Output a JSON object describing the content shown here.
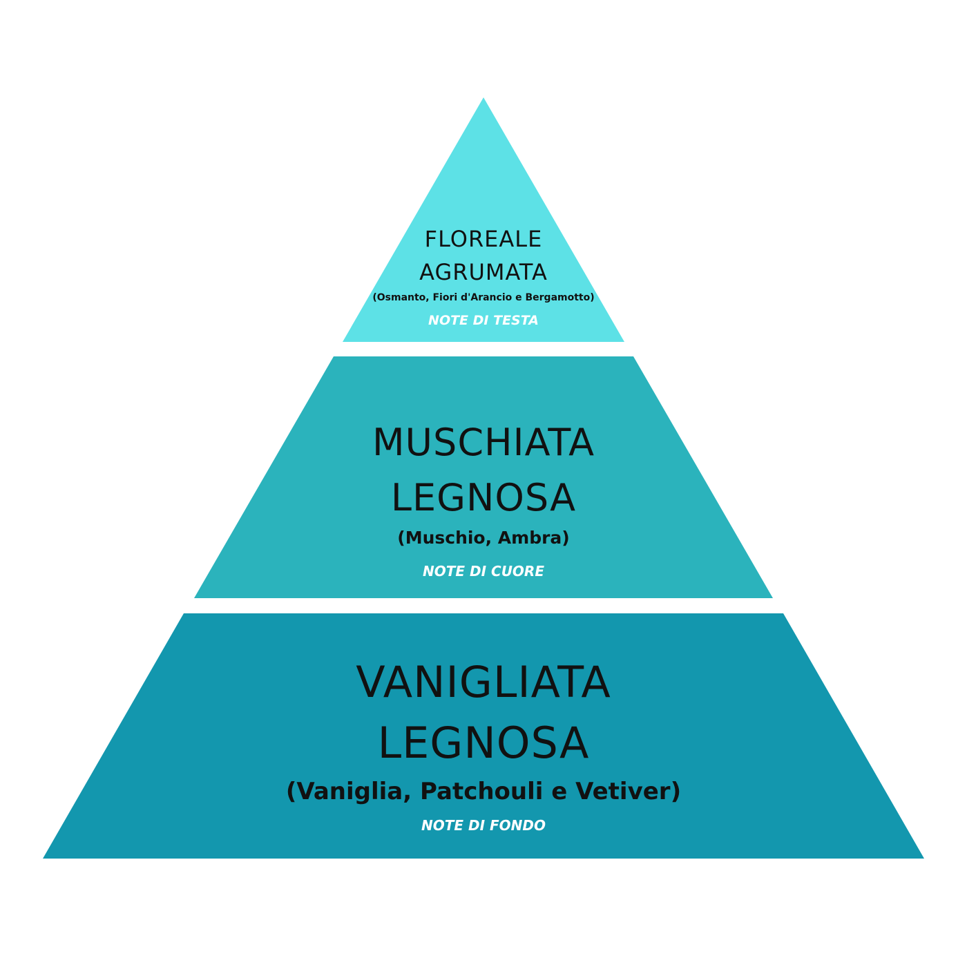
{
  "colors": {
    "background": "#ffffff",
    "tier_top": "#5de1e6",
    "tier_middle": "#2bb3bc",
    "tier_bottom": "#1397ae",
    "text_dark": "#111111",
    "label_light": "#ffffff"
  },
  "tiers": {
    "top": {
      "name_line_1": "FLOREALE",
      "name_line_2": "AGRUMATA",
      "ingredients": "(Osmanto, Fiori d'Arancio e Bergamotto)",
      "note_label": "NOTE DI TESTA"
    },
    "middle": {
      "name_line_1": "MUSCHIATA",
      "name_line_2": "LEGNOSA",
      "ingredients": "(Muschio, Ambra)",
      "note_label": "NOTE DI CUORE"
    },
    "bottom": {
      "name_line_1": "VANIGLIATA",
      "name_line_2": "LEGNOSA",
      "ingredients": "(Vaniglia, Patchouli e Vetiver)",
      "note_label": "NOTE DI FONDO"
    }
  }
}
